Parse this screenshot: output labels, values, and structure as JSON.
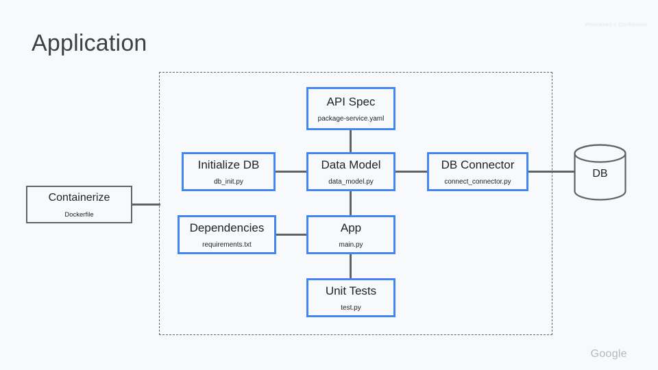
{
  "slide": {
    "title": "Application",
    "confidential": "Proprietary + Confidential",
    "brand": "Google",
    "accent_color": "#4285f4",
    "line_color": "#5f6368",
    "background_color": "#f8f9fa",
    "text_color": "#202124"
  },
  "diagram": {
    "boundary_label": "",
    "nodes": [
      {
        "id": "api-spec",
        "title": "API Spec",
        "file": "package-service.yaml",
        "style": "blue"
      },
      {
        "id": "initialize-db",
        "title": "Initialize DB",
        "file": "db_init.py",
        "style": "blue"
      },
      {
        "id": "data-model",
        "title": "Data Model",
        "file": "data_model.py",
        "style": "blue"
      },
      {
        "id": "db-connector",
        "title": "DB Connector",
        "file": "connect_connector.py",
        "style": "blue"
      },
      {
        "id": "dependencies",
        "title": "Dependencies",
        "file": "requirements.txt",
        "style": "blue"
      },
      {
        "id": "app",
        "title": "App",
        "file": "main.py",
        "style": "blue"
      },
      {
        "id": "unit-tests",
        "title": "Unit Tests",
        "file": "test.py",
        "style": "blue"
      },
      {
        "id": "containerize",
        "title": "Containerize",
        "file": "Dockerfile",
        "style": "gray"
      }
    ],
    "datastore": {
      "id": "db",
      "label": "DB"
    },
    "edges": [
      {
        "from": "containerize",
        "to": "container-boundary"
      },
      {
        "from": "initialize-db",
        "to": "data-model"
      },
      {
        "from": "api-spec",
        "to": "data-model"
      },
      {
        "from": "data-model",
        "to": "db-connector"
      },
      {
        "from": "data-model",
        "to": "app"
      },
      {
        "from": "dependencies",
        "to": "app"
      },
      {
        "from": "app",
        "to": "unit-tests"
      },
      {
        "from": "db-connector",
        "to": "db"
      }
    ]
  }
}
